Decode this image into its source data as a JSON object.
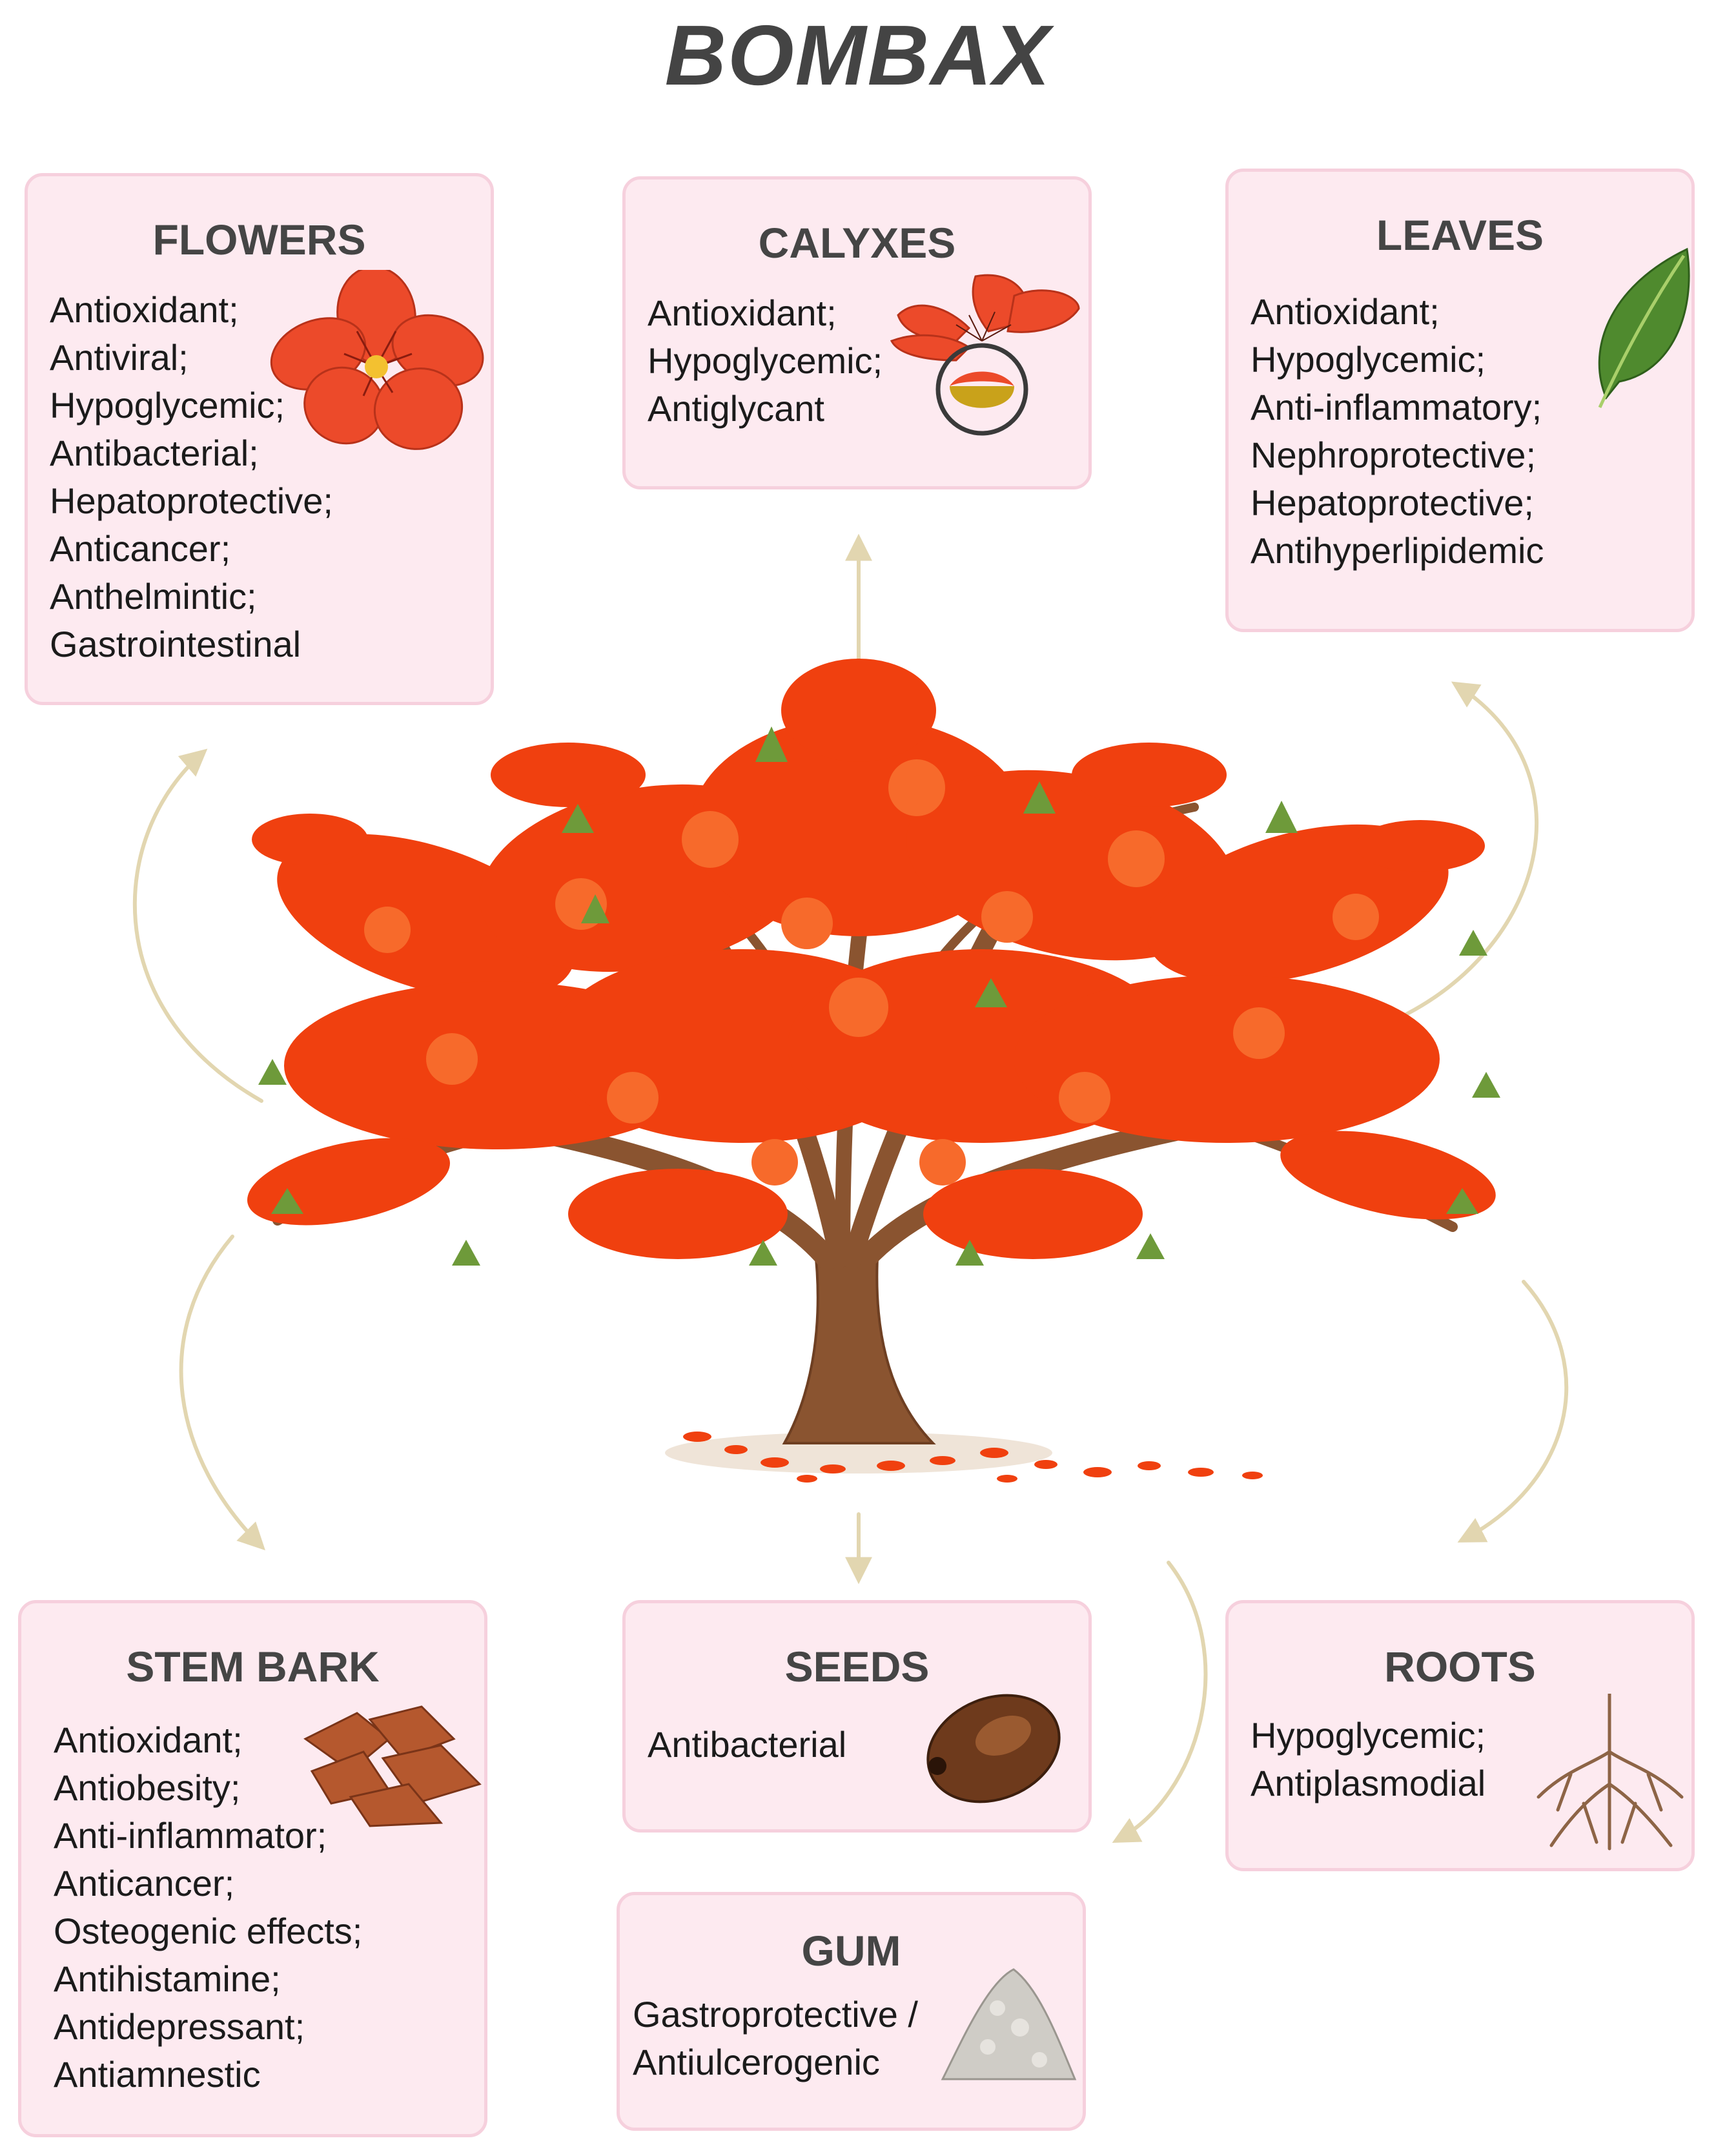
{
  "title": "BOMBAX",
  "cards": {
    "flowers": {
      "heading": "FLOWERS",
      "icon": "red-flower-icon",
      "items": [
        "Antioxidant;",
        "Antiviral;",
        "Hypoglycemic;",
        "Antibacterial;",
        "Hepatoprotective;",
        "Anticancer;",
        "Anthelmintic;",
        "Gastrointestinal"
      ]
    },
    "calyxes": {
      "heading": "CALYXES",
      "icon": "calyx-flower-icon",
      "items": [
        "Antioxidant;",
        "Hypoglycemic;",
        "Antiglycant"
      ]
    },
    "leaves": {
      "heading": "LEAVES",
      "icon": "green-leaf-icon",
      "items": [
        "Antioxidant;",
        "Hypoglycemic;",
        "Anti-inflammatory;",
        "Nephroprotective;",
        "Hepatoprotective;",
        "Antihyperlipidemic"
      ]
    },
    "stem_bark": {
      "heading": "STEM BARK",
      "icon": "bark-pieces-icon",
      "items": [
        "Antioxidant;",
        "Antiobesity;",
        "Anti-inflammator;",
        "Anticancer;",
        "Osteogenic effects;",
        "Antihistamine;",
        "Antidepressant;",
        "Antiamnestic"
      ]
    },
    "seeds": {
      "heading": "SEEDS",
      "icon": "seed-icon",
      "items": [
        "Antibacterial"
      ]
    },
    "roots": {
      "heading": "ROOTS",
      "icon": "roots-icon",
      "items": [
        "Hypoglycemic;",
        "Antiplasmodial"
      ]
    },
    "gum": {
      "heading": "GUM",
      "icon": "gum-pile-icon",
      "items": [
        "Gastroprotective /",
        "Antiulcerogenic"
      ]
    }
  },
  "colors": {
    "card_fill": "#fdeaf0",
    "card_border": "#f6d0dd",
    "arrow": "#e2d6b0",
    "blossom": "#f0400f",
    "trunk": "#8a5430",
    "leaf": "#5f8f33"
  }
}
